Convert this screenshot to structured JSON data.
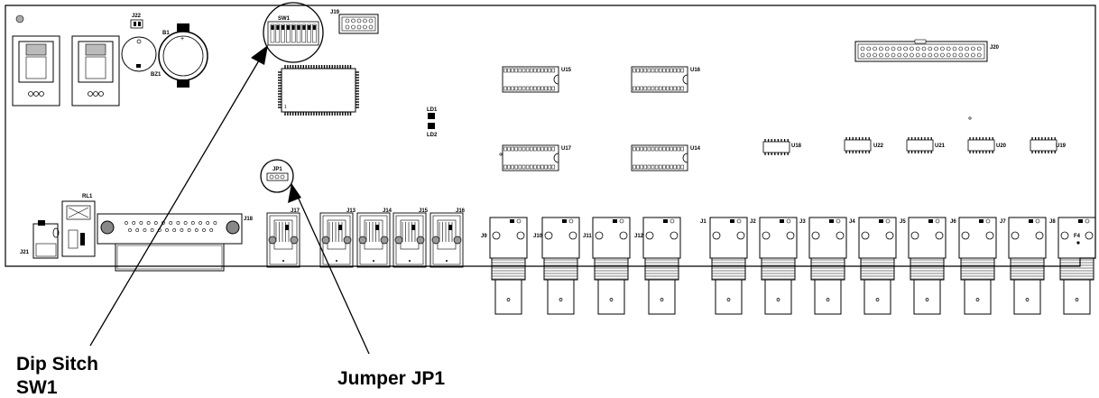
{
  "callouts": {
    "dip_switch": [
      "Dip Sitch",
      "SW1"
    ],
    "jumper": "Jumper JP1"
  },
  "labels": {
    "j22": "J22",
    "b1": "B1",
    "bz1": "BZ1",
    "sw1": "SW1",
    "j19": "J19",
    "j20": "J20",
    "u15": "U15",
    "u16": "U16",
    "u17": "U17",
    "u14": "U14",
    "u18": "U18",
    "u22": "U22",
    "u21": "U21",
    "u20": "U20",
    "u19": "U19",
    "ld1": "LD1",
    "ld2": "LD2",
    "jp1": "JP1",
    "rl1": "RL1",
    "j21": "J21",
    "j18": "J18",
    "j17": "J17",
    "j13": "J13",
    "j14": "J14",
    "j15": "J15",
    "j16": "J16",
    "j9": "J9",
    "j10": "J10",
    "j11": "J11",
    "j12": "J12",
    "j1": "J1",
    "j2": "J2",
    "j3": "J3",
    "j4": "J4",
    "j5": "J5",
    "j6": "J6",
    "j7": "J7",
    "j8": "J8",
    "f4": "F4"
  }
}
